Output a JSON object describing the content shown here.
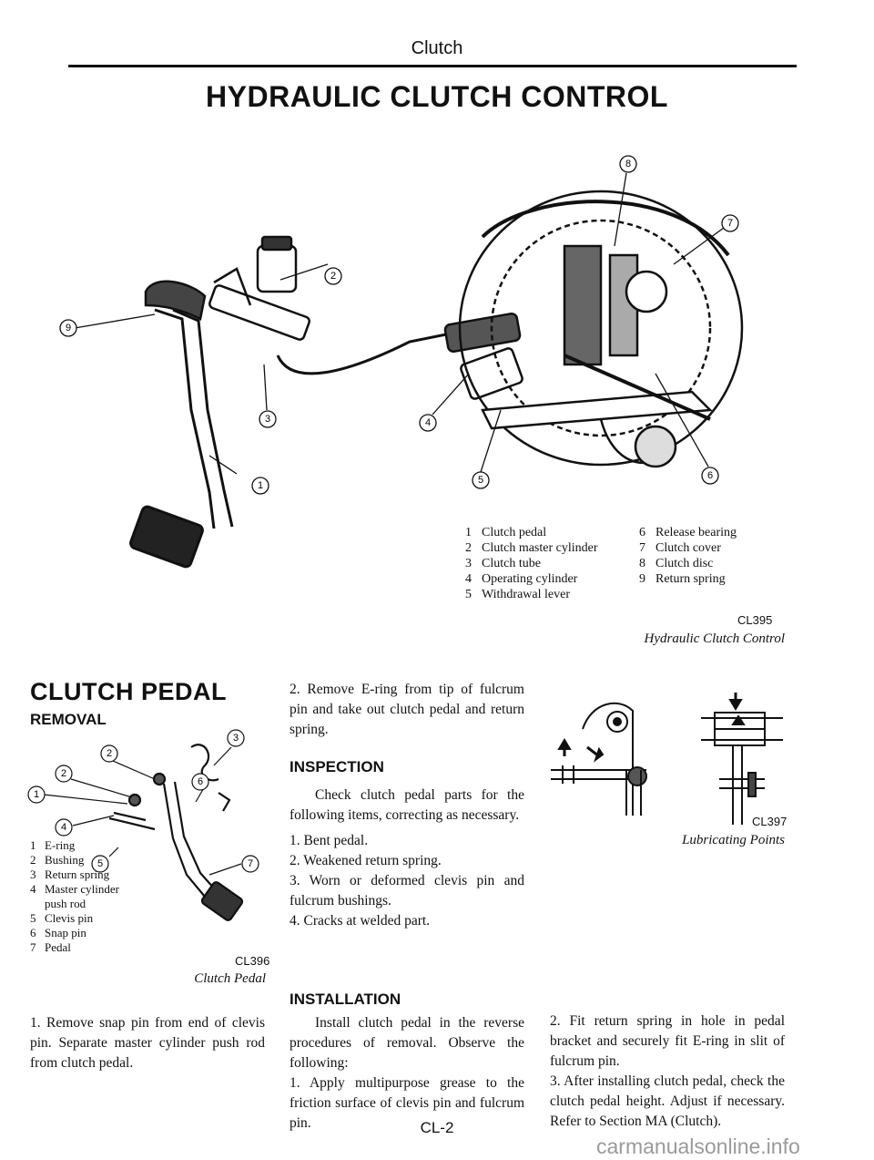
{
  "header": {
    "running_title": "Clutch",
    "main_title": "HYDRAULIC CLUTCH CONTROL"
  },
  "figure1": {
    "callouts": [
      "1",
      "2",
      "3",
      "4",
      "5",
      "6",
      "7",
      "8",
      "9"
    ],
    "legend_left": [
      {
        "num": "1",
        "label": "Clutch pedal"
      },
      {
        "num": "2",
        "label": "Clutch master cylinder"
      },
      {
        "num": "3",
        "label": "Clutch tube"
      },
      {
        "num": "4",
        "label": "Operating cylinder"
      },
      {
        "num": "5",
        "label": "Withdrawal lever"
      }
    ],
    "legend_right": [
      {
        "num": "6",
        "label": "Release bearing"
      },
      {
        "num": "7",
        "label": "Clutch cover"
      },
      {
        "num": "8",
        "label": "Clutch disc"
      },
      {
        "num": "9",
        "label": "Return spring"
      }
    ],
    "code": "CL395",
    "caption": "Hydraulic Clutch Control"
  },
  "section": {
    "heading": "CLUTCH PEDAL",
    "subheading": "REMOVAL"
  },
  "figure2": {
    "callouts": [
      "1",
      "2",
      "2",
      "3",
      "4",
      "5",
      "6",
      "7"
    ],
    "legend": [
      {
        "num": "1",
        "label": "E-ring"
      },
      {
        "num": "2",
        "label": "Bushing"
      },
      {
        "num": "3",
        "label": "Return spring"
      },
      {
        "num": "4",
        "label": "Master cylinder"
      },
      {
        "num": "",
        "label": "push rod"
      },
      {
        "num": "5",
        "label": "Clevis pin"
      },
      {
        "num": "6",
        "label": "Snap pin"
      },
      {
        "num": "7",
        "label": "Pedal"
      }
    ],
    "code": "CL396",
    "caption": "Clutch Pedal"
  },
  "removal": {
    "step1": "1.  Remove snap pin from end of clevis pin. Separate master cylinder push rod from clutch pedal.",
    "step2": "2.  Remove E-ring from tip of fulcrum pin and take out clutch pedal and return spring."
  },
  "inspection": {
    "heading": "INSPECTION",
    "intro": "Check clutch pedal parts for the following items, correcting as necessary.",
    "items": [
      "1.  Bent pedal.",
      "2.  Weakened return spring.",
      "3.  Worn or deformed clevis pin and fulcrum bushings.",
      "4.  Cracks at welded part."
    ]
  },
  "installation": {
    "heading": "INSTALLATION",
    "intro": "Install clutch pedal in the reverse procedures of removal. Observe the following:",
    "step1": "1.  Apply multipurpose grease to the friction surface of clevis pin and fulcrum pin.",
    "step2": "2.  Fit return spring in hole in pedal bracket and securely fit E-ring in slit of fulcrum pin.",
    "step3": "3.  After installing clutch pedal, check the clutch pedal height. Adjust if necessary. Refer to Section MA (Clutch)."
  },
  "figure3": {
    "code": "CL397",
    "caption": "Lubricating Points"
  },
  "footer": {
    "page": "CL-2",
    "watermark": "carmanualsonline.info"
  }
}
